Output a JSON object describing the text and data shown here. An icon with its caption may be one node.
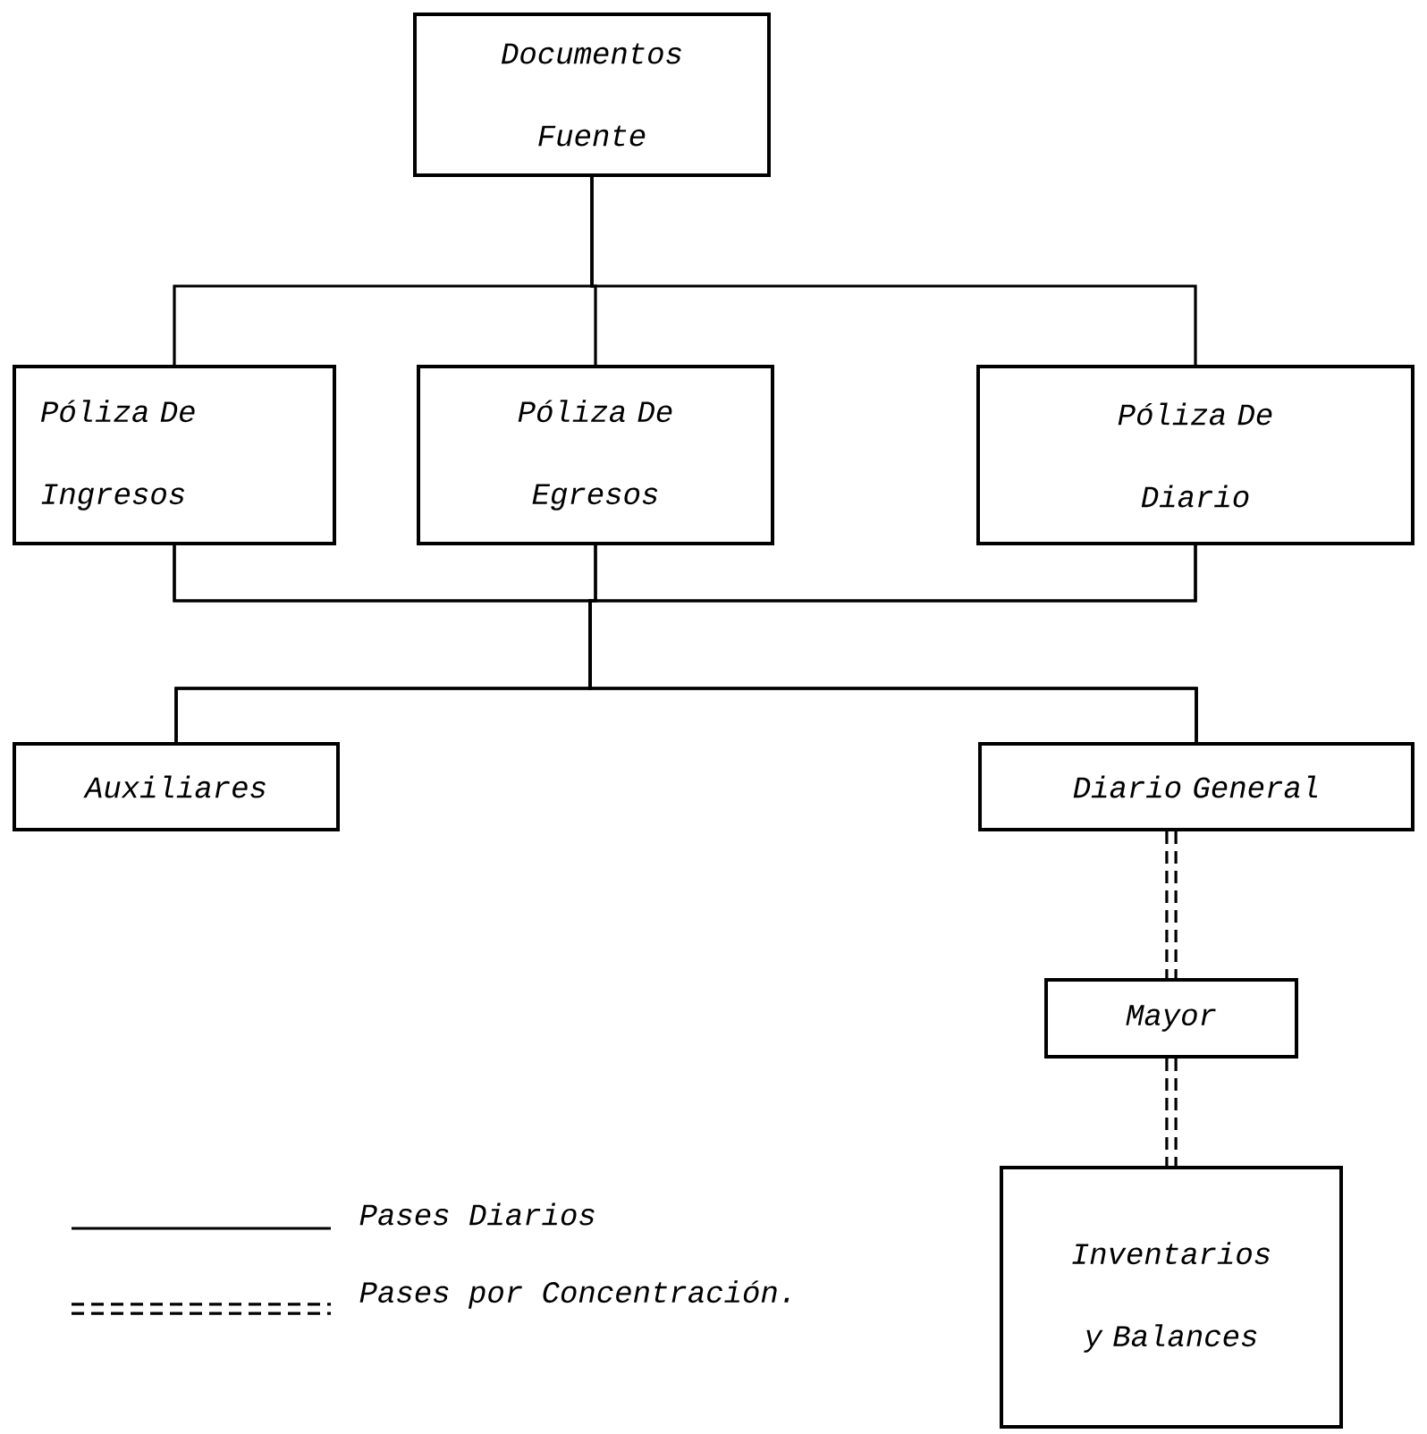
{
  "diagram": {
    "nodes": [
      {
        "text": [
          "Documentos Fuente"
        ]
      },
      {
        "text": [
          "Póliza De Ingresos"
        ]
      },
      {
        "text": [
          "Póliza De Egresos"
        ]
      },
      {
        "text": [
          "Póliza De Diario"
        ]
      },
      {
        "text": [
          "Auxiliares"
        ]
      },
      {
        "text": [
          "Diario General"
        ]
      },
      {
        "text": [
          "Mayor"
        ]
      },
      {
        "text": [
          "Inventarios y Balances"
        ]
      }
    ],
    "edges": [
      {
        "from": 0,
        "to": 1,
        "arrow": "none"
      },
      {
        "from": 0,
        "to": 2,
        "arrow": "none"
      },
      {
        "from": 0,
        "to": 3,
        "arrow": "none"
      },
      {
        "from": 1,
        "to": 4,
        "arrow": "none"
      },
      {
        "from": 1,
        "to": 5,
        "arrow": "none"
      },
      {
        "from": 2,
        "to": 4,
        "arrow": "none"
      },
      {
        "from": 2,
        "to": 5,
        "arrow": "none"
      },
      {
        "from": 3,
        "to": 4,
        "arrow": "none"
      },
      {
        "from": 3,
        "to": 5,
        "arrow": "none"
      },
      {
        "from": 5,
        "to": 6,
        "arrow": "none",
        "style": "dashed"
      },
      {
        "from": 6,
        "to": 7,
        "arrow": "none",
        "style": "dashed"
      }
    ],
    "legend": [
      {
        "text": "Pases Diarios"
      },
      {
        "text": "Pases por Concentración."
      }
    ]
  }
}
